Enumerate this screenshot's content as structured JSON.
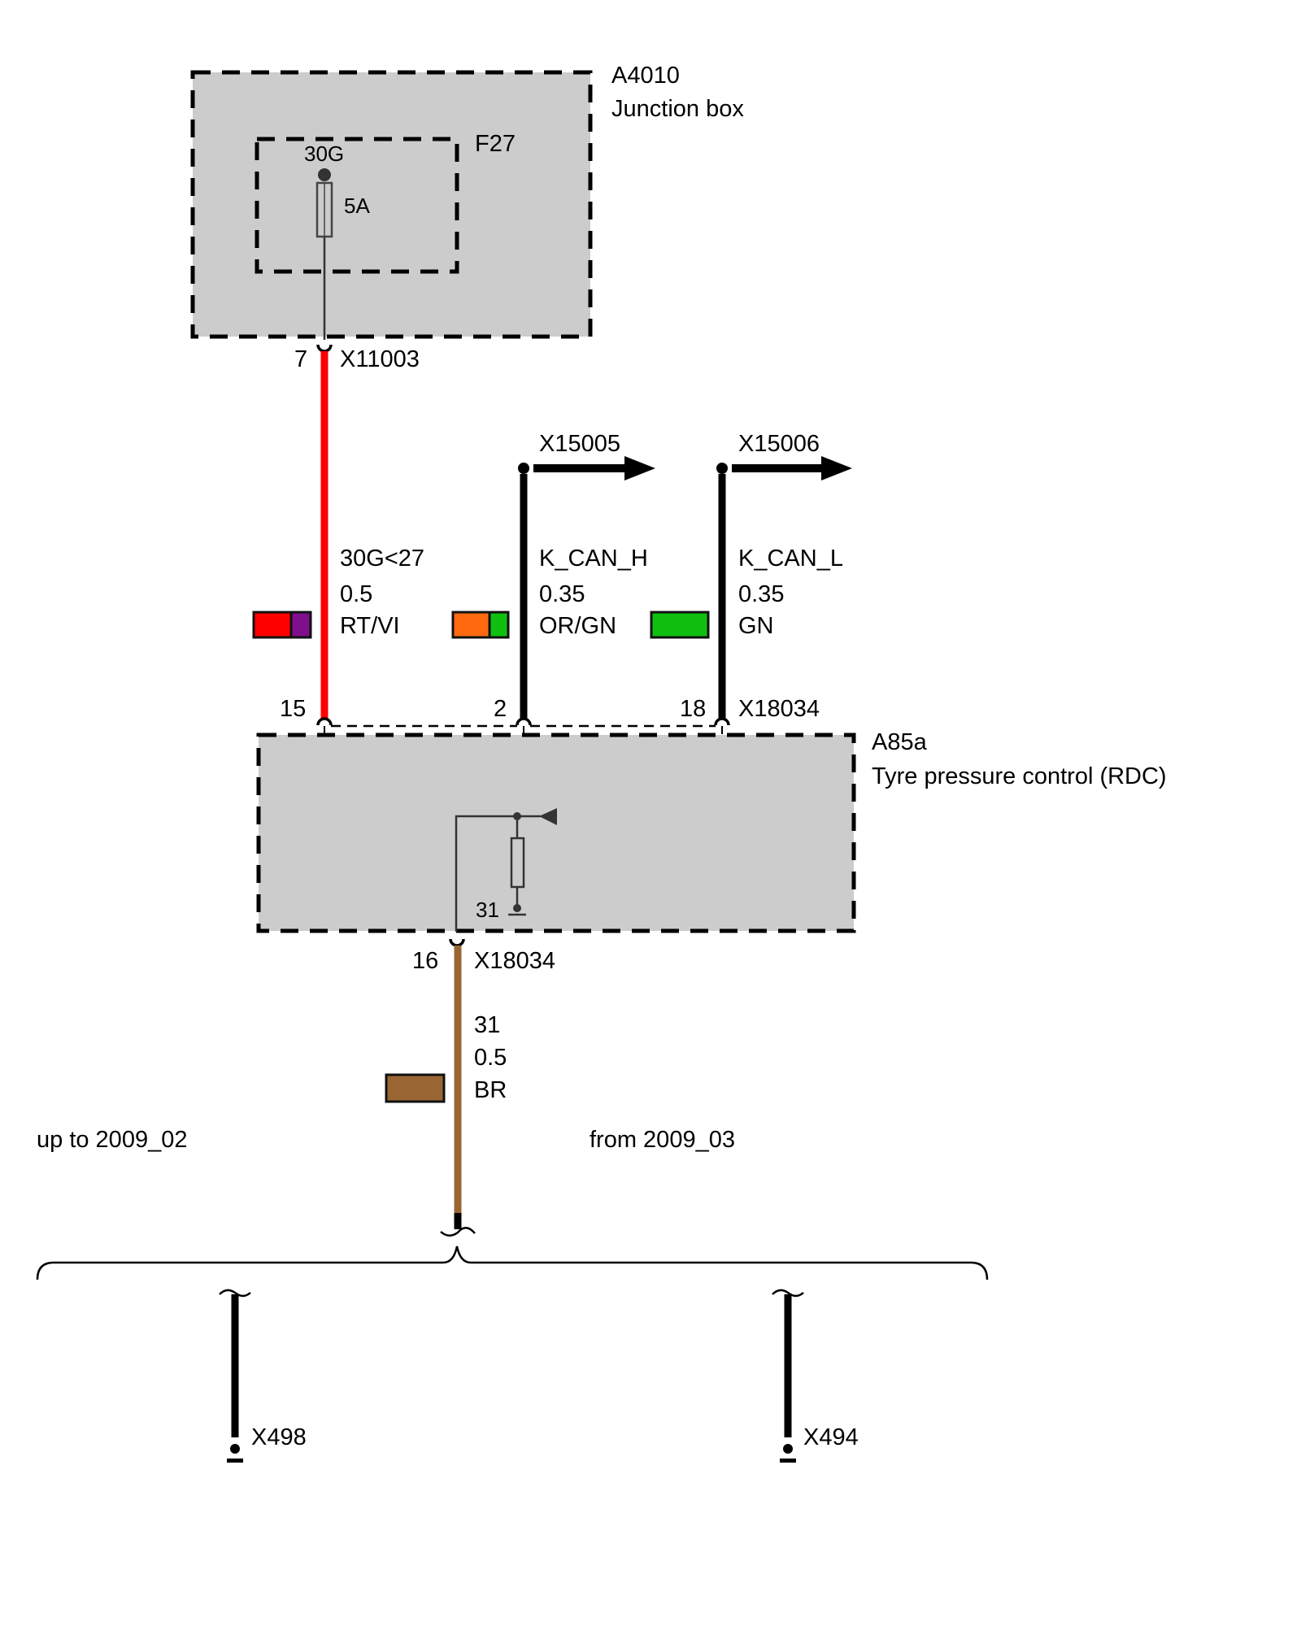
{
  "components": {
    "junction_box": {
      "id": "A4010",
      "name": "Junction box"
    },
    "fuse": {
      "id": "F27",
      "terminal": "30G",
      "rating": "5A"
    },
    "rdc_module": {
      "id": "A85a",
      "name": "Tyre pressure control (RDC)",
      "ground_label": "31"
    }
  },
  "connectors": {
    "junction_out": {
      "pin": "7",
      "name": "X11003"
    },
    "rdc_top": {
      "pins": [
        "15",
        "2",
        "18"
      ],
      "name": "X18034"
    },
    "rdc_bottom": {
      "pin": "16",
      "name": "X18034"
    },
    "can_h_dest": "X15005",
    "can_l_dest": "X15006",
    "ground_left": "X498",
    "ground_right": "X494"
  },
  "wires": [
    {
      "signal": "30G<27",
      "gauge": "0.5",
      "color_code": "RT/VI",
      "colors": [
        "#ff0000",
        "#7f0f8c"
      ],
      "line_color": "#ff0000"
    },
    {
      "signal": "K_CAN_H",
      "gauge": "0.35",
      "color_code": "OR/GN",
      "colors": [
        "#ff6a10",
        "#10c010"
      ],
      "line_color": "#000000"
    },
    {
      "signal": "K_CAN_L",
      "gauge": "0.35",
      "color_code": "GN",
      "colors": [
        "#10c010"
      ],
      "line_color": "#000000"
    },
    {
      "signal": "31",
      "gauge": "0.5",
      "color_code": "BR",
      "colors": [
        "#996633"
      ],
      "line_color": "#996633"
    }
  ],
  "variants": {
    "left": "up to 2009_02",
    "right": "from 2009_03"
  }
}
